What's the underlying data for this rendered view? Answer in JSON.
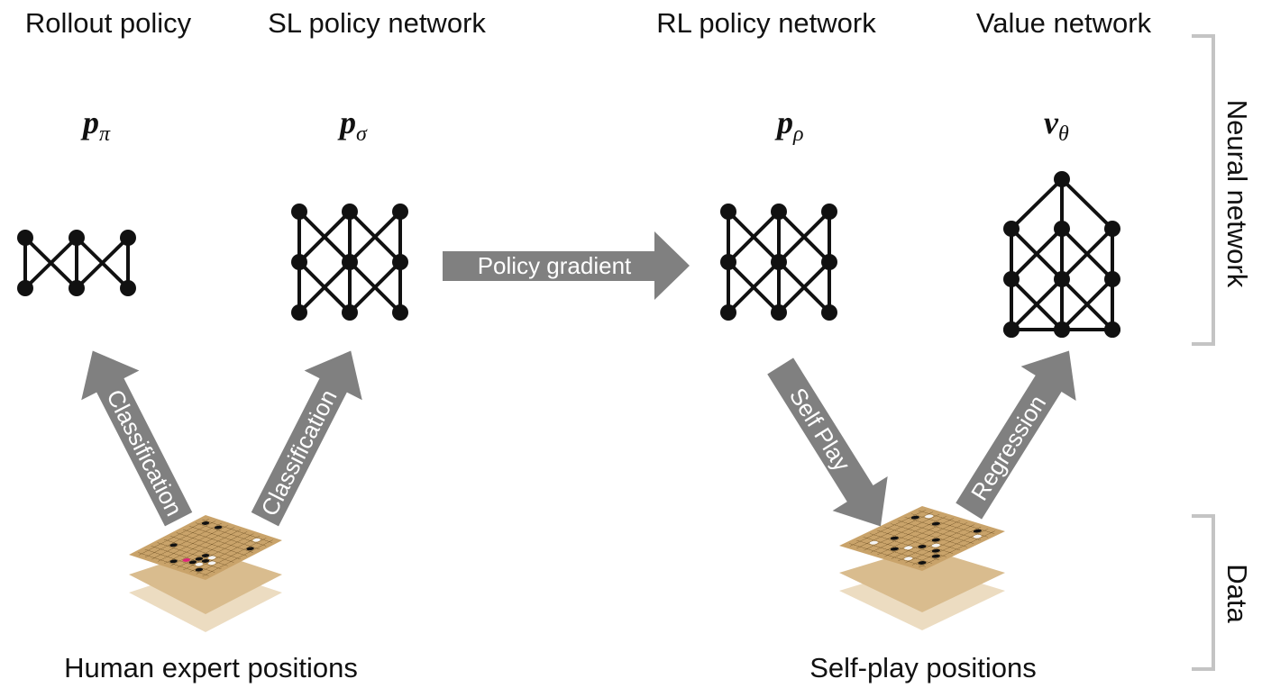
{
  "networks": {
    "rollout": {
      "title": "Rollout policy",
      "symbol": "p",
      "subscript": "π"
    },
    "sl": {
      "title": "SL policy network",
      "symbol": "p",
      "subscript": "σ"
    },
    "rl": {
      "title": "RL policy network",
      "symbol": "p",
      "subscript": "ρ"
    },
    "value": {
      "title": "Value network",
      "symbol": "v",
      "subscript": "θ"
    }
  },
  "arrows": {
    "policy_gradient": "Policy gradient",
    "classification_left": "Classification",
    "classification_right": "Classification",
    "self_play": "Self Play",
    "regression": "Regression"
  },
  "datasets": {
    "human": "Human expert positions",
    "selfplay": "Self-play positions"
  },
  "side_labels": {
    "neural_network": "Neural network",
    "data": "Data"
  },
  "colors": {
    "arrow": "#808080",
    "node": "#111111",
    "board_top": "#c9a36a",
    "board_middle": "#d9bc8e",
    "board_bottom": "#ecdcc1",
    "bracket": "#c4c4c4",
    "highlight_stone": "#e0237a"
  }
}
